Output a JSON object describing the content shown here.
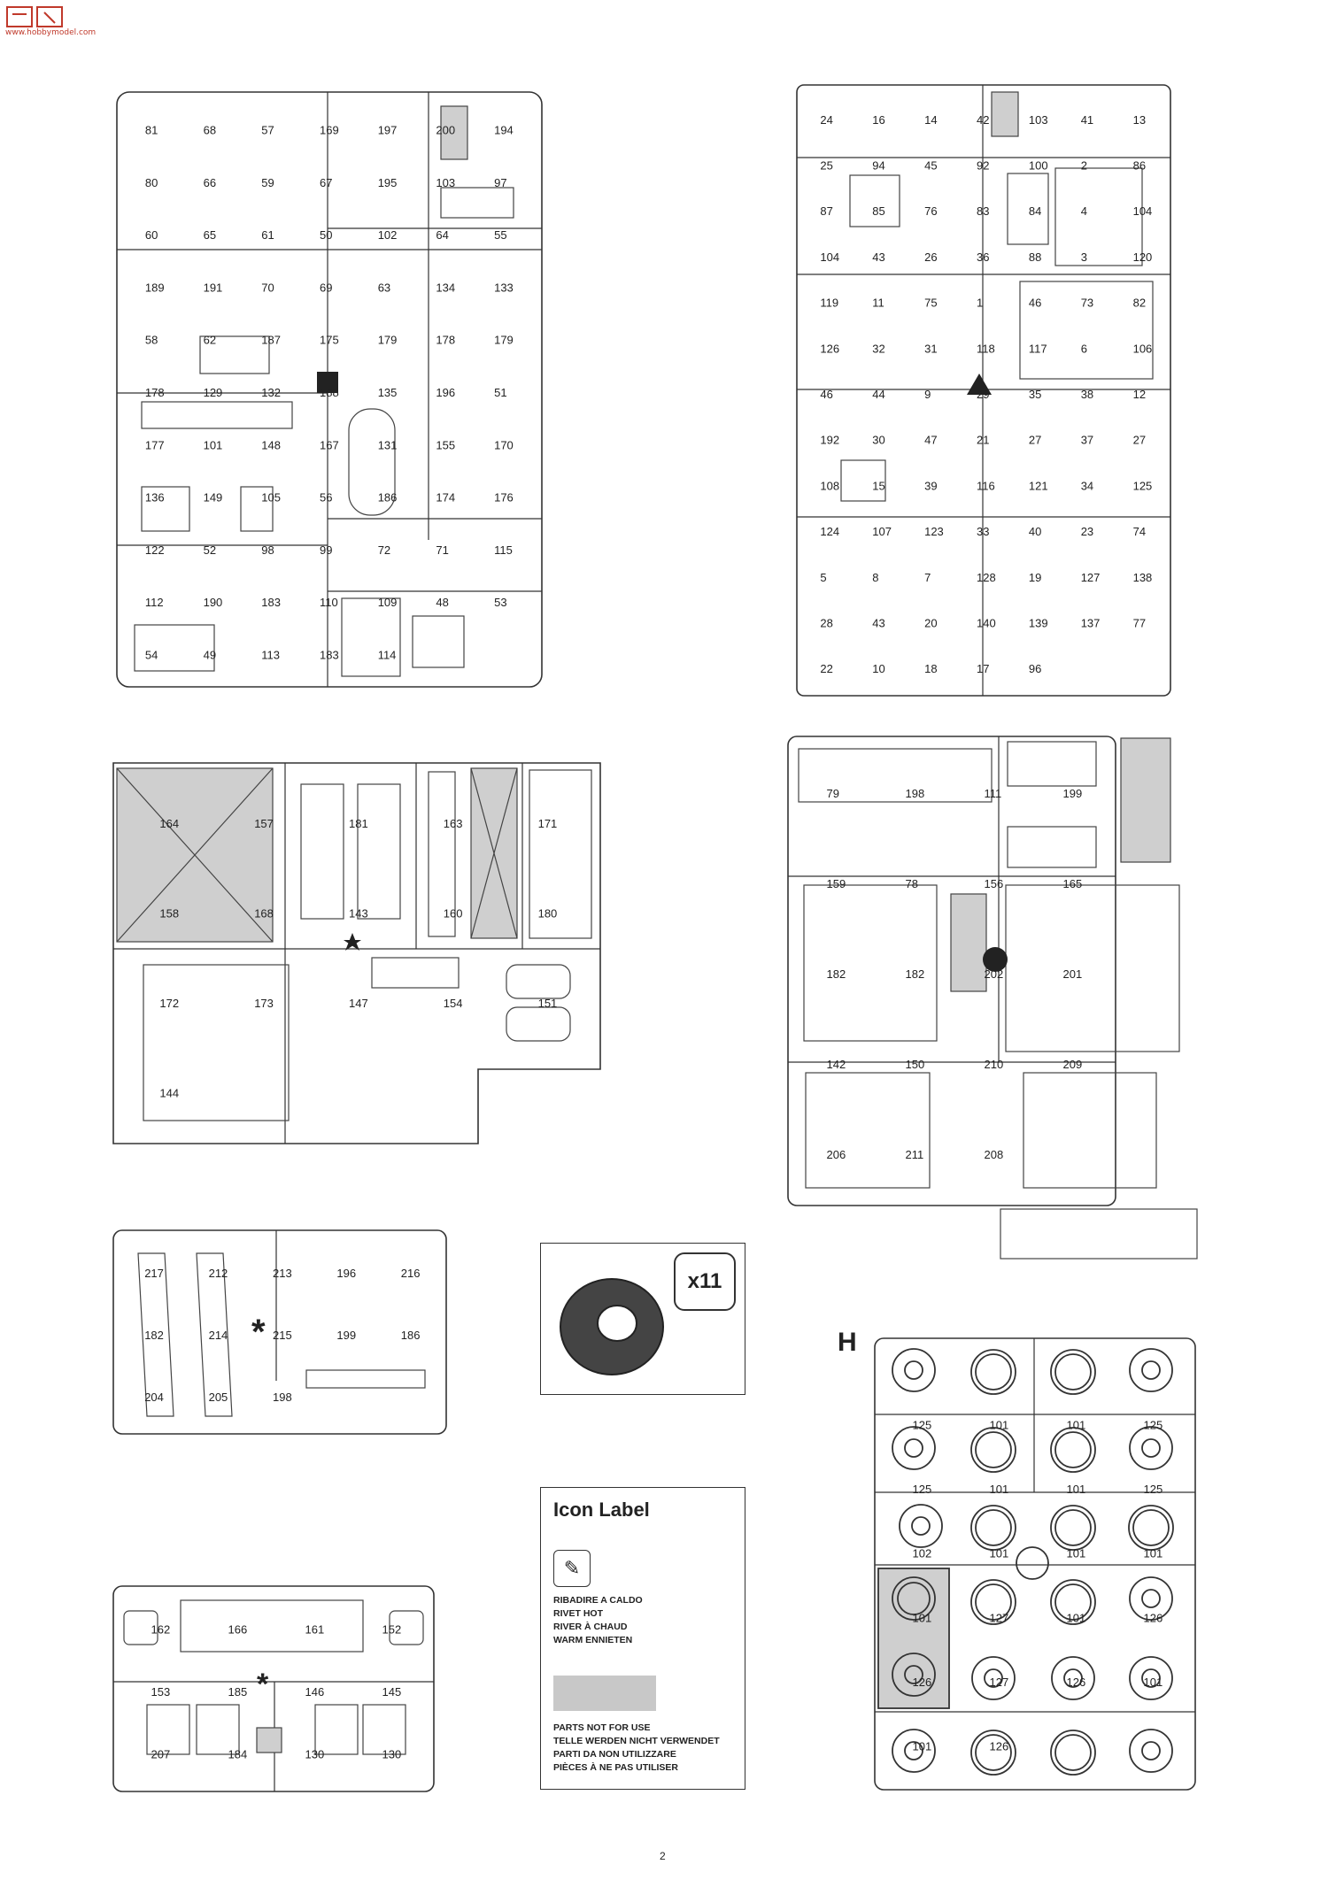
{
  "site_logo": {
    "text": "www.hobbymodel.com"
  },
  "page_number": "2",
  "sprue_h": {
    "letter": "H"
  },
  "tire": {
    "count_label": "x11"
  },
  "legend": {
    "title": "Icon Label",
    "rivet_lines": [
      "RIBADIRE A CALDO",
      "RIVET HOT",
      "RIVER À CHAUD",
      "WARM ENNIETEN"
    ],
    "parts_lines": [
      "PARTS NOT FOR USE",
      "TELLE WERDEN NICHT VERWENDET",
      "PARTI DA NON UTILIZZARE",
      "PIÈCES À NE PAS UTILISER"
    ]
  },
  "sprues": [
    {
      "id": "sprue-a",
      "labels": [
        "81",
        "68",
        "57",
        "169",
        "197",
        "200",
        "194",
        "80",
        "66",
        "59",
        "67",
        "195",
        "103",
        "97",
        "60",
        "65",
        "61",
        "50",
        "102",
        "64",
        "55",
        "189",
        "191",
        "70",
        "69",
        "63",
        "134",
        "133",
        "58",
        "62",
        "187",
        "175",
        "179",
        "178",
        "179",
        "178",
        "129",
        "132",
        "188",
        "135",
        "196",
        "51",
        "177",
        "101",
        "148",
        "167",
        "131",
        "155",
        "170",
        "136",
        "149",
        "105",
        "56",
        "186",
        "174",
        "176",
        "122",
        "52",
        "98",
        "99",
        "72",
        "71",
        "115",
        "112",
        "190",
        "183",
        "110",
        "109",
        "48",
        "53",
        "54",
        "49",
        "113",
        "183",
        "114"
      ]
    },
    {
      "id": "sprue-b",
      "labels": [
        "24",
        "16",
        "14",
        "42",
        "103",
        "41",
        "13",
        "25",
        "94",
        "45",
        "92",
        "100",
        "2",
        "86",
        "87",
        "85",
        "76",
        "83",
        "84",
        "4",
        "104",
        "104",
        "43",
        "26",
        "36",
        "88",
        "3",
        "120",
        "119",
        "11",
        "75",
        "1",
        "46",
        "73",
        "82",
        "126",
        "32",
        "31",
        "118",
        "117",
        "6",
        "106",
        "46",
        "44",
        "9",
        "29",
        "35",
        "38",
        "12",
        "192",
        "30",
        "47",
        "21",
        "27",
        "37",
        "27",
        "108",
        "15",
        "39",
        "116",
        "121",
        "34",
        "125",
        "124",
        "107",
        "123",
        "33",
        "40",
        "23",
        "74",
        "5",
        "8",
        "7",
        "128",
        "19",
        "127",
        "138",
        "28",
        "43",
        "20",
        "140",
        "139",
        "137",
        "77",
        "22",
        "10",
        "18",
        "17",
        "96"
      ]
    },
    {
      "id": "sprue-c",
      "labels": [
        "164",
        "157",
        "181",
        "163",
        "171",
        "158",
        "168",
        "143",
        "160",
        "180",
        "172",
        "173",
        "147",
        "154",
        "151",
        "144"
      ]
    },
    {
      "id": "sprue-d",
      "labels": [
        "79",
        "198",
        "111",
        "199",
        "159",
        "78",
        "156",
        "165",
        "182",
        "182",
        "202",
        "201",
        "142",
        "150",
        "210",
        "209",
        "206",
        "211",
        "208"
      ]
    },
    {
      "id": "sprue-e",
      "labels": [
        "217",
        "212",
        "213",
        "196",
        "216",
        "182",
        "214",
        "215",
        "199",
        "186",
        "204",
        "205",
        "198"
      ]
    },
    {
      "id": "sprue-f",
      "labels": [
        "162",
        "166",
        "161",
        "152",
        "153",
        "185",
        "146",
        "145",
        "207",
        "184",
        "130",
        "130"
      ]
    },
    {
      "id": "sprue-h",
      "labels": [
        "125",
        "101",
        "101",
        "125",
        "125",
        "101",
        "101",
        "125",
        "102",
        "101",
        "101",
        "101",
        "101",
        "127",
        "101",
        "126",
        "126",
        "127",
        "126",
        "101",
        "101",
        "126"
      ]
    }
  ]
}
